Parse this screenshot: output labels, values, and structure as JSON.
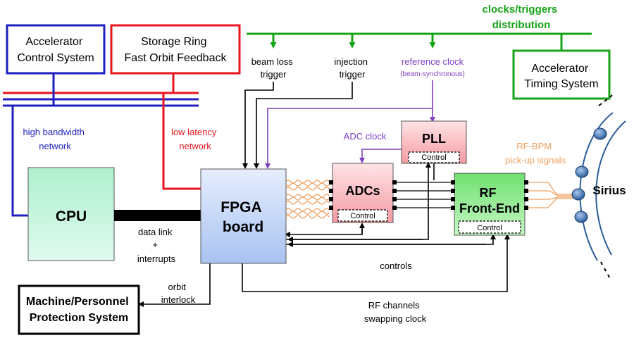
{
  "boxes": {
    "acs": [
      "Accelerator",
      "Control System"
    ],
    "fofb": [
      "Storage Ring",
      "Fast Orbit Feedback"
    ],
    "timing": [
      "Accelerator",
      "Timing System"
    ],
    "cpu": "CPU",
    "fpga": [
      "FPGA",
      "board"
    ],
    "adcs": "ADCs",
    "pll": "PLL",
    "rffe": [
      "RF",
      "Front-End"
    ],
    "mpps": [
      "Machine/Personnel",
      "Protection System"
    ],
    "control": "Control"
  },
  "labels": {
    "clocks_triggers": [
      "clocks/triggers",
      "distribution"
    ],
    "beam_loss": [
      "beam loss",
      "trigger"
    ],
    "injection": [
      "injection",
      "trigger"
    ],
    "ref_clock": "reference clock",
    "ref_clock_sub": "(beam-synchronous)",
    "high_bw": [
      "high bandwidth",
      "network"
    ],
    "low_lat": [
      "low latency",
      "network"
    ],
    "adc_clock": "ADC clock",
    "rf_bpm": [
      "RF-BPM",
      "pick-up signals"
    ],
    "sirius": "Sirius",
    "data_link": [
      "data link",
      "+",
      "interrupts"
    ],
    "controls": "controls",
    "orbit_interlock": [
      "orbit",
      "interlock"
    ],
    "rf_swap": [
      "RF channels",
      "swapping clock"
    ]
  },
  "colors": {
    "blue": "#1f1fbf",
    "red": "#e8141c",
    "green": "#17a317",
    "purple": "#7f3fbf",
    "orange": "#f0a060",
    "black": "#000000"
  }
}
